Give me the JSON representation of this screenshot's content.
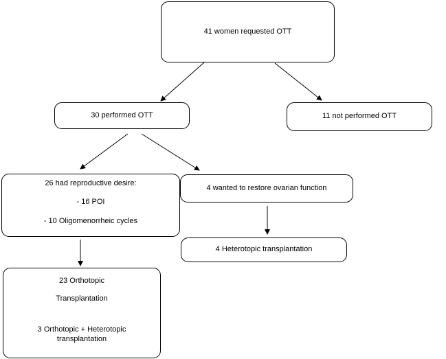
{
  "nodes": {
    "requested": "41 women requested OTT",
    "performed": "30 performed OTT",
    "not_performed": "11 not performed OTT",
    "reproductive_desire": {
      "heading": "26 had reproductive desire:",
      "items": [
        "- 16 POI",
        "- 10 Oligomenorrheic cycles"
      ]
    },
    "restore_function": "4 wanted to restore ovarian function",
    "heterotopic": "4 Heterotopic transplantation",
    "orthotopic": {
      "line1": "23 Orthotopic",
      "line2": "Transplantation",
      "line3": "3 Orthotopic + Heterotopic",
      "line4": "transplantation"
    }
  },
  "edges": [
    {
      "from": "requested",
      "to": "performed"
    },
    {
      "from": "requested",
      "to": "not_performed"
    },
    {
      "from": "performed",
      "to": "reproductive_desire"
    },
    {
      "from": "performed",
      "to": "restore_function"
    },
    {
      "from": "reproductive_desire",
      "to": "orthotopic"
    },
    {
      "from": "restore_function",
      "to": "heterotopic"
    }
  ],
  "colors": {
    "stroke": "#000000",
    "fill": "#ffffff",
    "text": "#000000"
  }
}
